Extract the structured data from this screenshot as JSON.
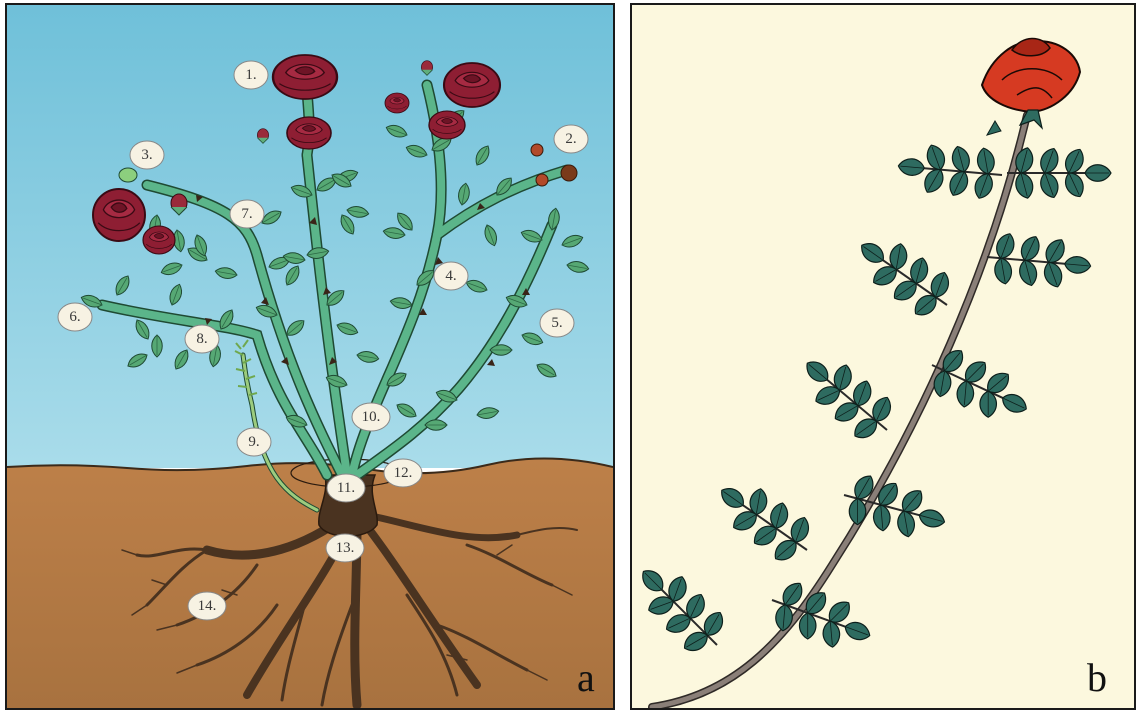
{
  "panel_a": {
    "letter": "a",
    "labels": [
      "1.",
      "2.",
      "3.",
      "4.",
      "5.",
      "6.",
      "7.",
      "8.",
      "9.",
      "10.",
      "11.",
      "12.",
      "13.",
      "14."
    ],
    "colors": {
      "sky": "#8ccfe2",
      "soil": "#b67a44",
      "stem": "#5bb58a",
      "leaf": "#4f9f6a",
      "rose": "#8e1e33",
      "root": "#4a3320"
    }
  },
  "panel_b": {
    "letter": "b",
    "colors": {
      "background": "#fcf8de",
      "stem": "#8a7f78",
      "leaf": "#2e6b60",
      "rose": "#d63a22"
    }
  }
}
